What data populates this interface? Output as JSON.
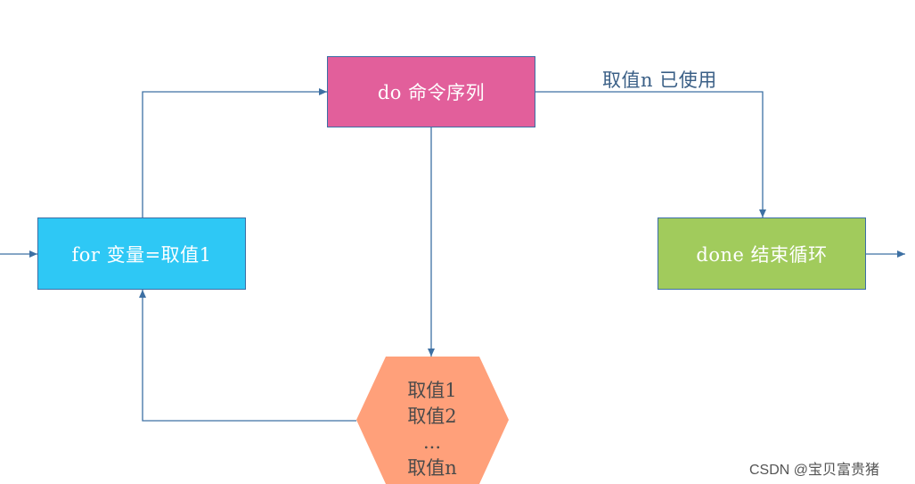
{
  "nodes": {
    "for_box": {
      "label": "for 变量=取值1",
      "color": "#2ec8f5"
    },
    "do_box": {
      "label": "do 命令序列",
      "color": "#e25f9b"
    },
    "done_box": {
      "label": "done 结束循环",
      "color": "#a1cb5c"
    },
    "values_hex": {
      "color": "#ffa07a",
      "lines": [
        "取值1",
        "取值2",
        "...",
        "取值n"
      ]
    }
  },
  "edges": {
    "used_label": "取值n 已使用",
    "line_color": "#3d70a3"
  },
  "watermark": "CSDN @宝贝富贵猪"
}
